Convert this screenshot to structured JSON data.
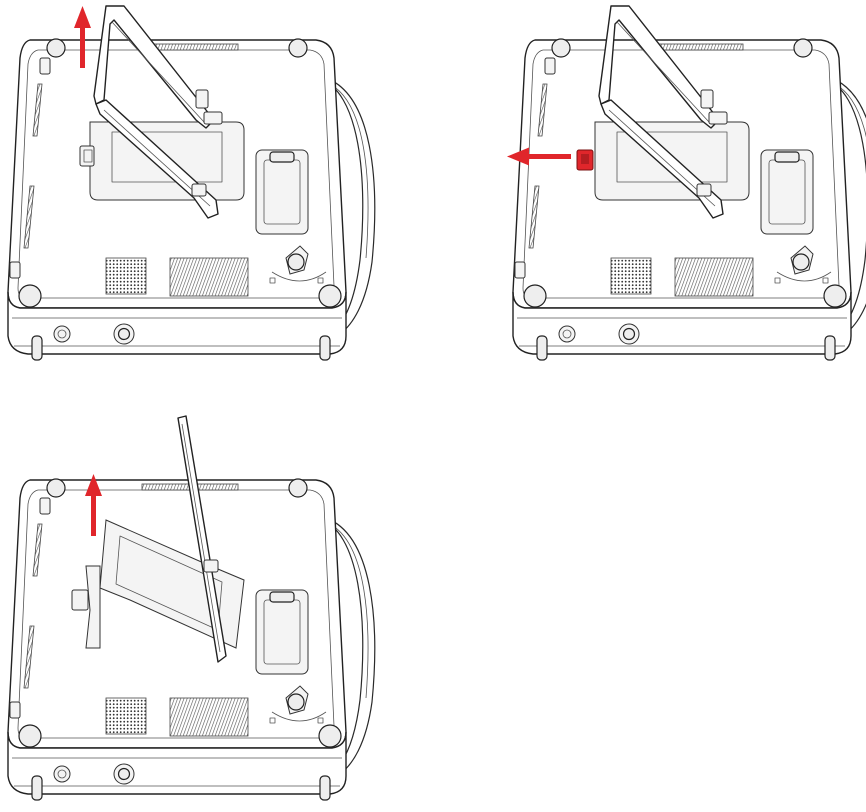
{
  "diagram": {
    "panels": [
      {
        "id": "step-1",
        "arrow": "up",
        "latch": "attached",
        "stand": "raised"
      },
      {
        "id": "step-2",
        "arrow": "left",
        "latch": "sliding-highlighted",
        "stand": "raised"
      },
      {
        "id": "step-3",
        "arrow": "up",
        "latch": "removed",
        "stand": "detached"
      }
    ]
  },
  "colors": {
    "arrow": "#e0262b",
    "latch_highlight": "#e0262b",
    "outline": "#222222",
    "background": "#ffffff"
  }
}
